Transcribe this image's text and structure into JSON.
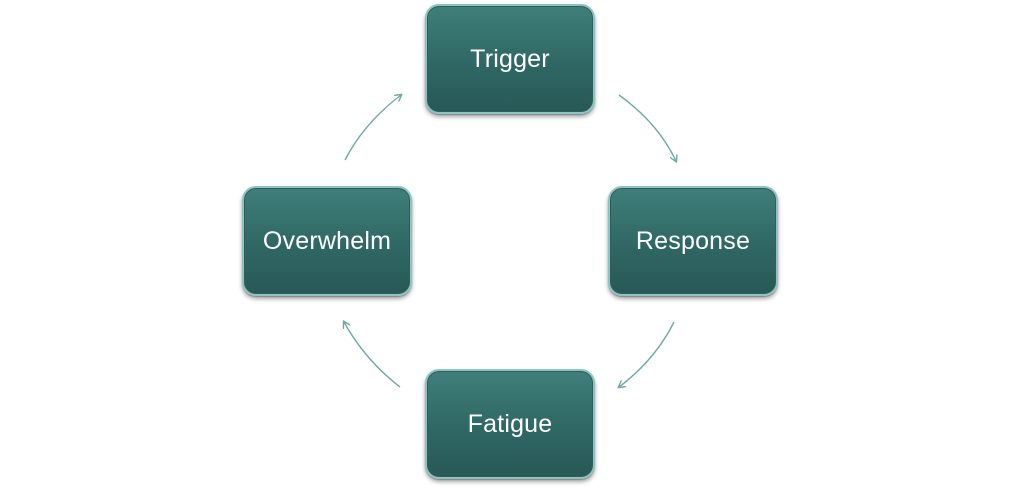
{
  "diagram": {
    "type": "cycle",
    "colors": {
      "node_fill": "#2f6764",
      "node_border": "#8fc3c0",
      "node_text": "#ffffff",
      "connector": "#6fa8a4",
      "background": "#ffffff"
    },
    "nodes": [
      {
        "id": "trigger",
        "label": "Trigger"
      },
      {
        "id": "response",
        "label": "Response"
      },
      {
        "id": "fatigue",
        "label": "Fatigue"
      },
      {
        "id": "overwhelm",
        "label": "Overwhelm"
      }
    ],
    "edges": [
      {
        "from": "trigger",
        "to": "response"
      },
      {
        "from": "response",
        "to": "fatigue"
      },
      {
        "from": "fatigue",
        "to": "overwhelm"
      },
      {
        "from": "overwhelm",
        "to": "trigger"
      }
    ]
  }
}
